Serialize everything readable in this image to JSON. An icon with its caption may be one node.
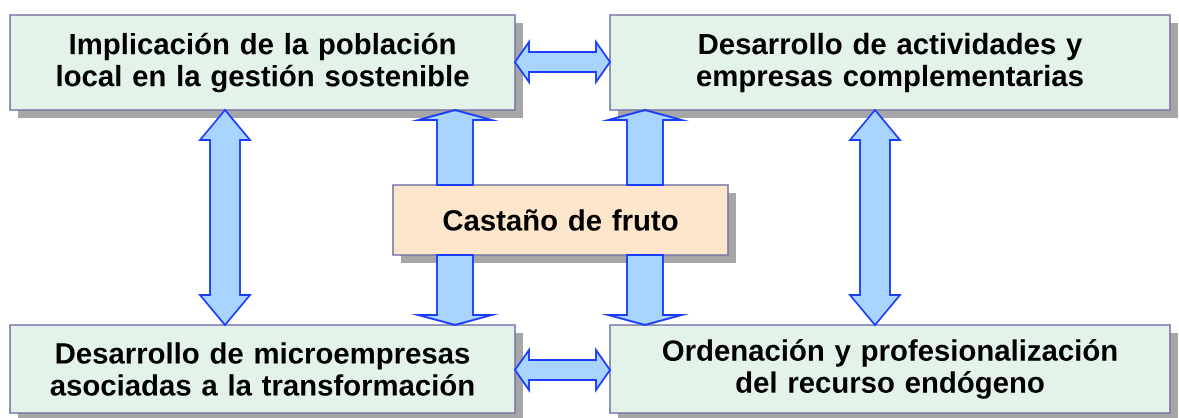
{
  "diagram": {
    "nodes": [
      {
        "text": [
          "Implicación de la población local en la gestión sostenible"
        ]
      },
      {
        "text": [
          "Desarrollo de actividades y empresas complementarias"
        ]
      },
      {
        "text": [
          "Desarrollo de microempresas asociadas a la transformación"
        ]
      },
      {
        "text": [
          "Ordenación y profesionalización del recurso endógeno"
        ]
      },
      {
        "text": [
          "Castaño de fruto"
        ]
      }
    ],
    "edges": [
      {
        "from": 0,
        "to": 1,
        "arrow": "both"
      },
      {
        "from": 0,
        "to": 2,
        "arrow": "both"
      },
      {
        "from": 1,
        "to": 3,
        "arrow": "both"
      },
      {
        "from": 2,
        "to": 3,
        "arrow": "both"
      },
      {
        "from": 4,
        "to": 0,
        "arrow": "to"
      },
      {
        "from": 4,
        "to": 1,
        "arrow": "to"
      },
      {
        "from": 4,
        "to": 2,
        "arrow": "to"
      },
      {
        "from": 4,
        "to": 3,
        "arrow": "to"
      }
    ]
  }
}
